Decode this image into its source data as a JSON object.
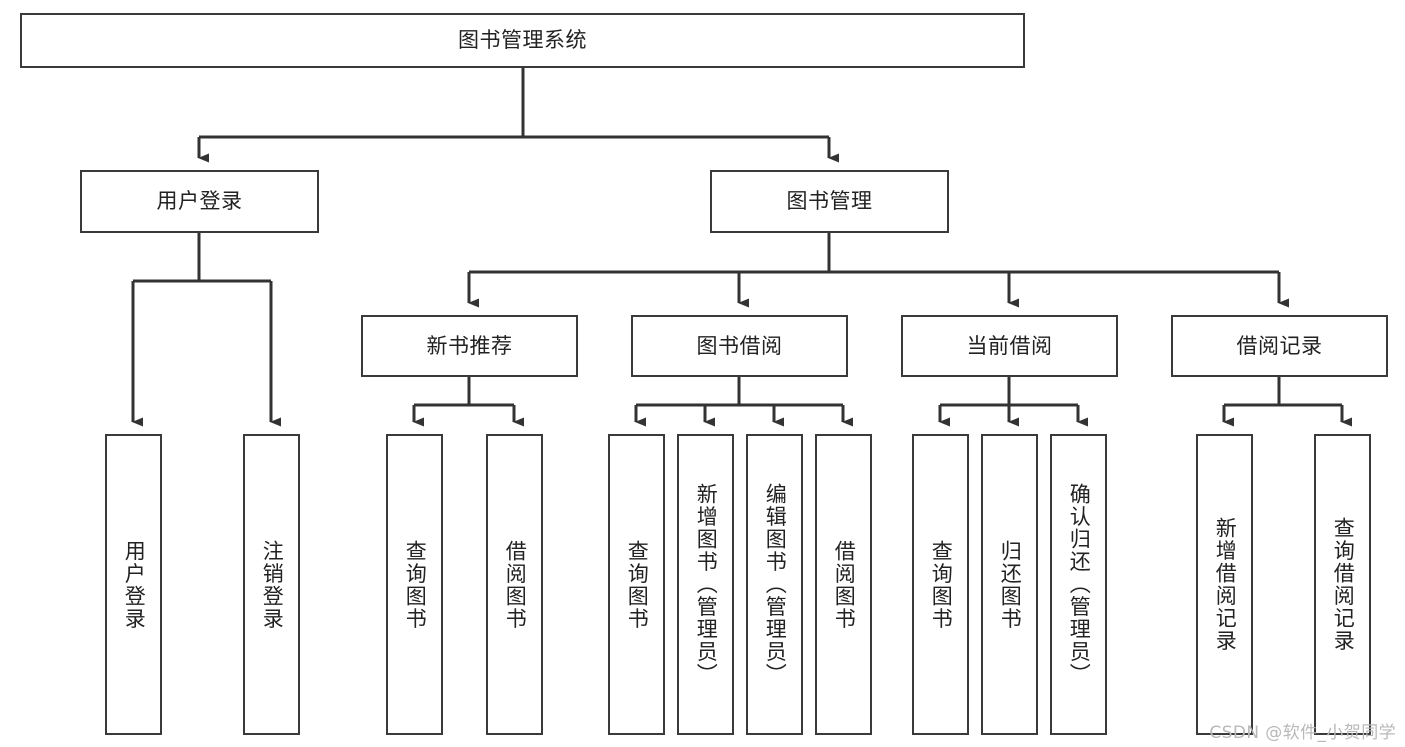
{
  "diagram": {
    "title": "图书管理系统",
    "type": "tree-hierarchy-chart",
    "root": {
      "id": "root",
      "label": "图书管理系统"
    },
    "level2": [
      {
        "id": "user-login",
        "label": "用户登录"
      },
      {
        "id": "book-manage",
        "label": "图书管理"
      }
    ],
    "level3": [
      {
        "id": "new-book-rec",
        "label": "新书推荐",
        "parent": "book-manage"
      },
      {
        "id": "book-borrow",
        "label": "图书借阅",
        "parent": "book-manage"
      },
      {
        "id": "current-borrow",
        "label": "当前借阅",
        "parent": "book-manage"
      },
      {
        "id": "borrow-record",
        "label": "借阅记录",
        "parent": "book-manage"
      }
    ],
    "leaves": [
      {
        "id": "leaf-user-login",
        "label": "用户登录",
        "parent": "user-login"
      },
      {
        "id": "leaf-logout",
        "label": "注销登录",
        "parent": "user-login"
      },
      {
        "id": "leaf-query-book-1",
        "label": "查询图书",
        "parent": "new-book-rec"
      },
      {
        "id": "leaf-borrow-book-1",
        "label": "借阅图书",
        "parent": "new-book-rec"
      },
      {
        "id": "leaf-query-book-2",
        "label": "查询图书",
        "parent": "book-borrow"
      },
      {
        "id": "leaf-add-book",
        "label": "新增图书（管理员）",
        "parent": "book-borrow"
      },
      {
        "id": "leaf-edit-book",
        "label": "编辑图书（管理员）",
        "parent": "book-borrow"
      },
      {
        "id": "leaf-borrow-book-2",
        "label": "借阅图书",
        "parent": "book-borrow"
      },
      {
        "id": "leaf-query-book-3",
        "label": "查询图书",
        "parent": "current-borrow"
      },
      {
        "id": "leaf-return-book",
        "label": "归还图书",
        "parent": "current-borrow"
      },
      {
        "id": "leaf-confirm-return",
        "label": "确认归还（管理员）",
        "parent": "current-borrow"
      },
      {
        "id": "leaf-add-record",
        "label": "新增借阅记录",
        "parent": "borrow-record"
      },
      {
        "id": "leaf-query-record",
        "label": "查询借阅记录",
        "parent": "borrow-record"
      }
    ],
    "watermark": "CSDN @软件_小贺同学",
    "colors": {
      "box_border": "#3a3a3a",
      "box_fill": "#ffffff",
      "connector": "#333333",
      "text": "#222222",
      "watermark": "#b9b9b9",
      "background": "#ffffff"
    }
  }
}
